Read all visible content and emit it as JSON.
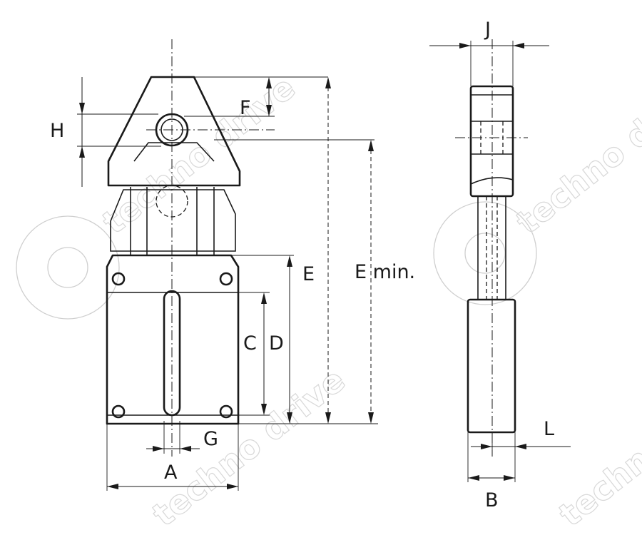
{
  "watermark": {
    "text": "techno drive"
  },
  "dimension_labels": {
    "a": "A",
    "b": "B",
    "c": "C",
    "d": "D",
    "e": "E",
    "e_min": "E min.",
    "f": "F",
    "g": "G",
    "h": "H",
    "j": "J",
    "l": "L"
  }
}
